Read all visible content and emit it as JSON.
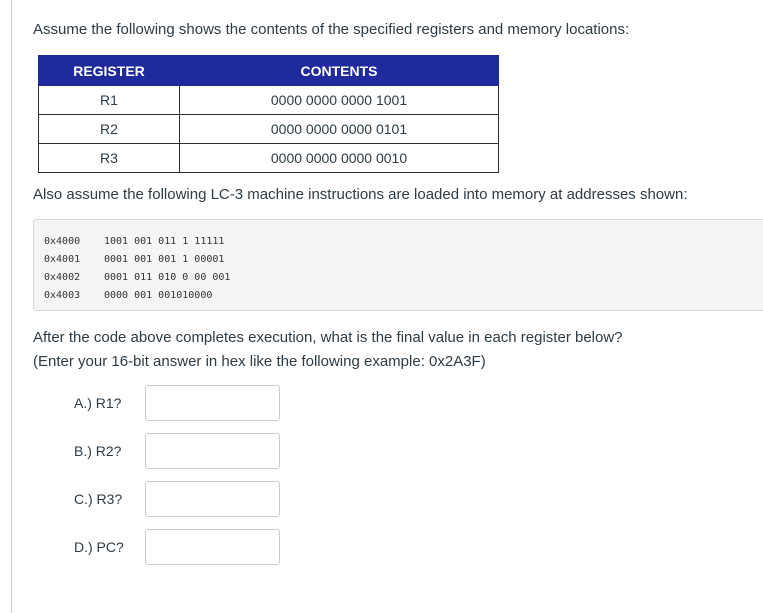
{
  "intro_text": "Assume the following shows the contents of the specified registers and memory locations:",
  "register_table": {
    "headers": [
      "REGISTER",
      "CONTENTS"
    ],
    "rows": [
      {
        "register": "R1",
        "contents": "0000 0000 0000 1001"
      },
      {
        "register": "R2",
        "contents": "0000 0000 0000 0101"
      },
      {
        "register": "R3",
        "contents": "0000 0000 0000 0010"
      }
    ],
    "header_color": "#1f2a9c"
  },
  "instructions_intro": "Also assume the following LC-3 machine instructions are loaded into memory at addresses shown:",
  "code_lines": [
    {
      "address": "0x4000",
      "instruction": "1001 001 011 1 11111"
    },
    {
      "address": "0x4001",
      "instruction": "0001 001 001 1 00001"
    },
    {
      "address": "0x4002",
      "instruction": "0001 011 010 0 00 001"
    },
    {
      "address": "0x4003",
      "instruction": "0000 001 001010000"
    }
  ],
  "question_line1": "After the code above completes execution, what is the final value in each register below?",
  "question_line2": "(Enter your 16-bit answer in hex like the following example: 0x2A3F)",
  "answers": [
    {
      "label": "A.)  R1?",
      "value": ""
    },
    {
      "label": "B.)  R2?",
      "value": ""
    },
    {
      "label": "C.)  R3?",
      "value": ""
    },
    {
      "label": "D.)  PC?",
      "value": ""
    }
  ]
}
